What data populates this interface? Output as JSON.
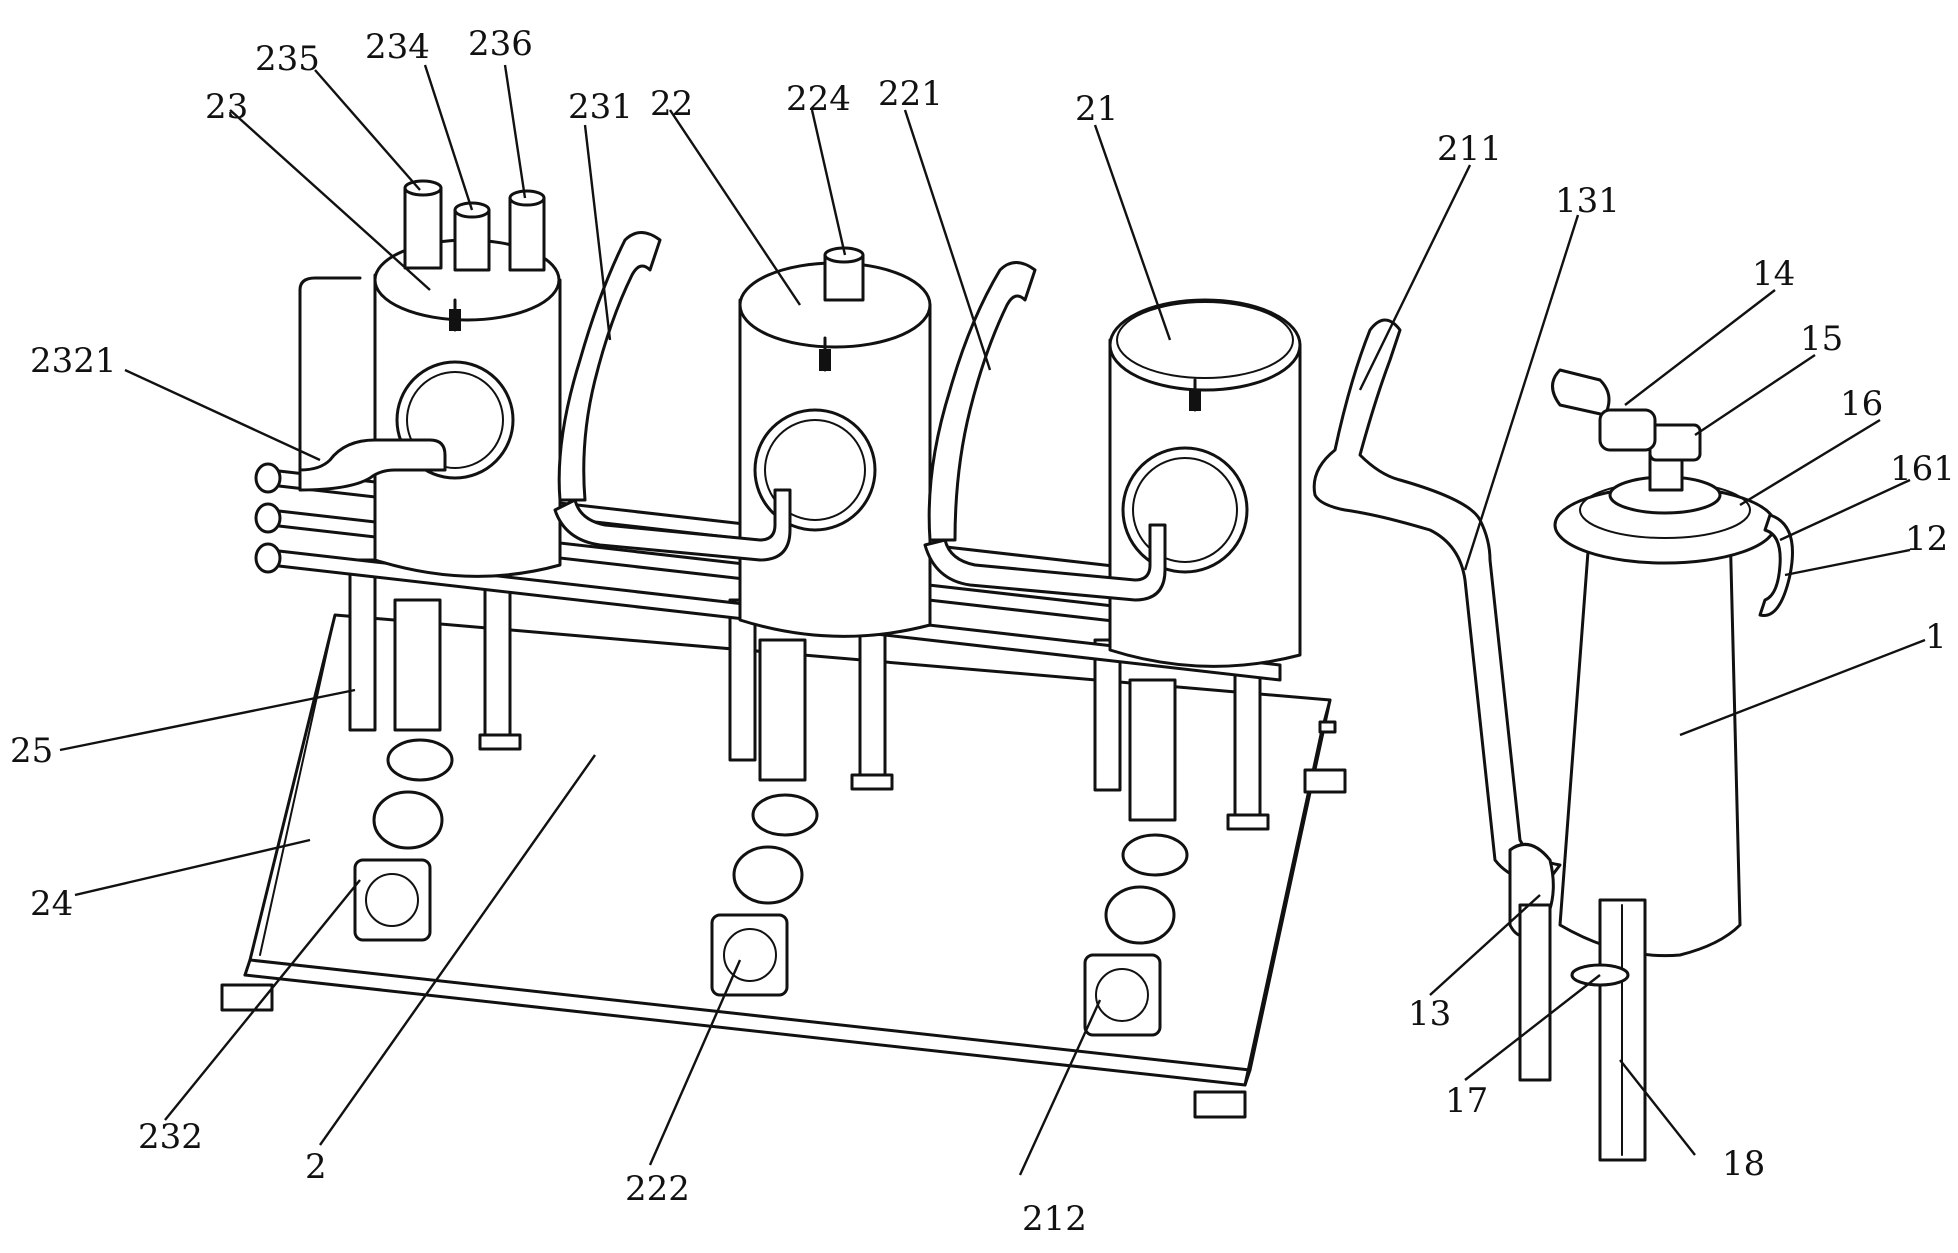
{
  "labels": {
    "l235": "235",
    "l234": "234",
    "l236": "236",
    "l23": "23",
    "l231": "231",
    "l22": "22",
    "l224": "224",
    "l221": "221",
    "l21": "21",
    "l211": "211",
    "l131": "131",
    "l14": "14",
    "l15": "15",
    "l16": "16",
    "l161": "161",
    "l12": "12",
    "l1": "1",
    "l2321": "2321",
    "l25": "25",
    "l24": "24",
    "l232": "232",
    "l2": "2",
    "l222": "222",
    "l212": "212",
    "l13": "13",
    "l17": "17",
    "l18": "18"
  }
}
